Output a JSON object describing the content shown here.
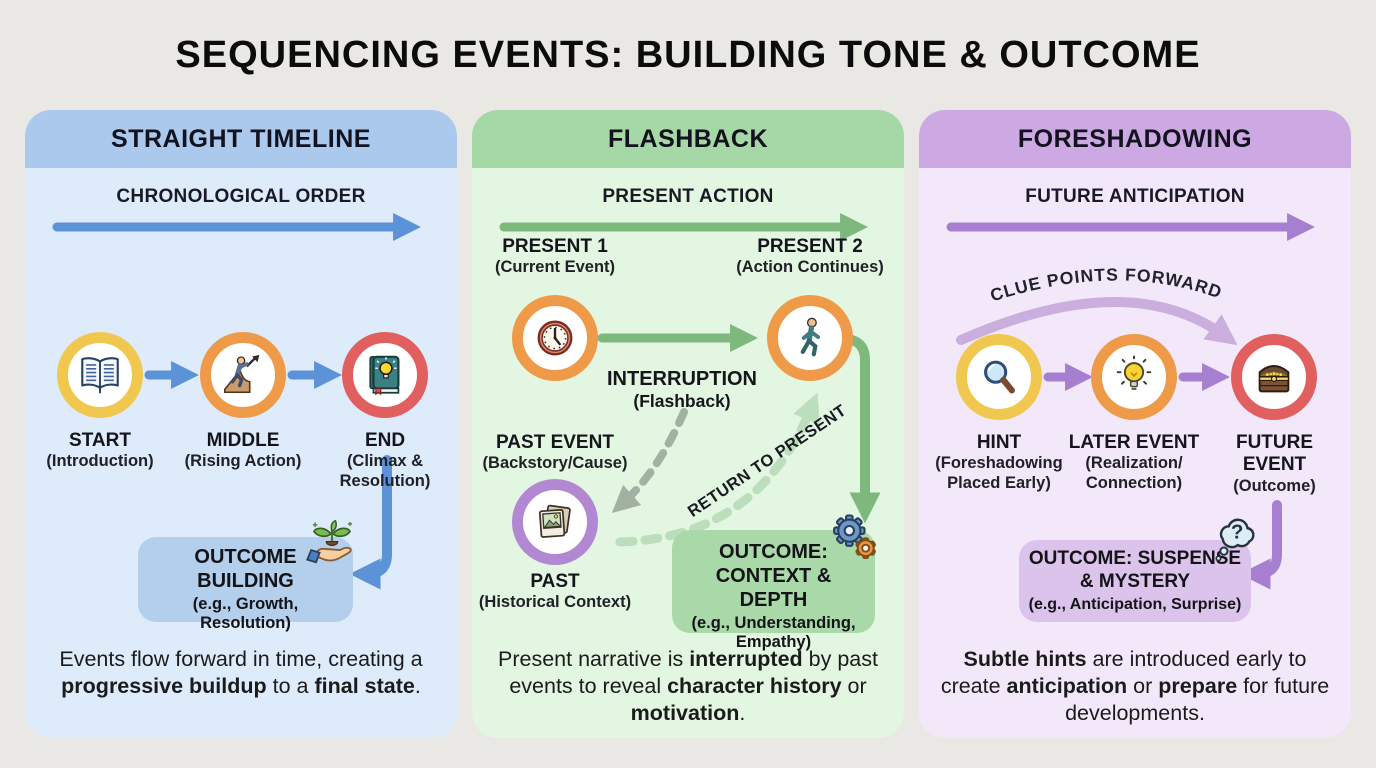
{
  "title": "SEQUENCING EVENTS: BUILDING TONE & OUTCOME",
  "colors": {
    "background": "#e9e8e5",
    "rings": {
      "yellow": "#f1c84f",
      "orange": "#ee9a49",
      "red": "#e25f5f",
      "purple": "#b388d3"
    },
    "panel1": {
      "header": "#abc9ed",
      "body": "#ddebfb",
      "accent": "#5c92d8",
      "outcome_box": "#b4cfeb"
    },
    "panel2": {
      "header": "#a6d7a6",
      "body": "#e2f6e2",
      "accent": "#7db87d",
      "dashed_gray": "#a2b1a2",
      "dashed_light": "#bcdebc",
      "outcome_box": "#a9d8a9"
    },
    "panel3": {
      "header": "#cda9e3",
      "body": "#f3e8fa",
      "accent": "#a77fd0",
      "arc_arrow": "#c9aede",
      "outcome_box": "#dcc3ec"
    }
  },
  "panels": [
    {
      "title": "STRAIGHT TIMELINE",
      "flow_label": "CHRONOLOGICAL ORDER",
      "nodes": [
        {
          "title": "START",
          "subtitle": "(Introduction)",
          "icon": "open-book-icon",
          "ring": "yellow"
        },
        {
          "title": "MIDDLE",
          "subtitle": "(Rising Action)",
          "icon": "climbing-person-icon",
          "ring": "orange"
        },
        {
          "title": "END",
          "subtitle": "(Climax & Resolution)",
          "icon": "book-lightbulb-icon",
          "ring": "red"
        }
      ],
      "outcome": {
        "title": "OUTCOME BUILDING",
        "subtitle": "(e.g., Growth, Resolution)",
        "icon": "plant-in-hand-icon"
      },
      "description": [
        {
          "text": "Events flow forward in time, creating a "
        },
        {
          "text": "progressive buildup",
          "bold": true
        },
        {
          "text": " to a "
        },
        {
          "text": "final state",
          "bold": true
        },
        {
          "text": "."
        }
      ]
    },
    {
      "title": "FLASHBACK",
      "flow_label": "PRESENT ACTION",
      "nodes": [
        {
          "title": "PRESENT 1",
          "subtitle": "(Current Event)",
          "icon": "clock-icon",
          "ring": "orange"
        },
        {
          "title": "PRESENT 2",
          "subtitle": "(Action Continues)",
          "icon": "walking-person-icon",
          "ring": "orange"
        },
        {
          "top_title": "PAST EVENT",
          "top_subtitle": "(Backstory/Cause)",
          "title": "PAST",
          "subtitle": "(Historical Context)",
          "icon": "photos-icon",
          "ring": "purple"
        }
      ],
      "interruption_title": "INTERRUPTION",
      "interruption_subtitle": "(Flashback)",
      "return_label": "RETURN TO PRESENT",
      "outcome": {
        "title": "OUTCOME: CONTEXT & DEPTH",
        "subtitle": "(e.g., Understanding, Empathy)",
        "icon": "gears-icon"
      },
      "description": [
        {
          "text": "Present narrative is "
        },
        {
          "text": "interrupted",
          "bold": true
        },
        {
          "text": " by past events to reveal "
        },
        {
          "text": "character history",
          "bold": true
        },
        {
          "text": " or "
        },
        {
          "text": "motivation",
          "bold": true
        },
        {
          "text": "."
        }
      ]
    },
    {
      "title": "FORESHADOWING",
      "flow_label": "FUTURE ANTICIPATION",
      "arc_label": "CLUE POINTS FORWARD",
      "nodes": [
        {
          "title": "HINT",
          "subtitle": "(Foreshadowing Placed Early)",
          "icon": "magnifying-glass-icon",
          "ring": "yellow"
        },
        {
          "title": "LATER EVENT",
          "subtitle": "(Realization/ Connection)",
          "icon": "lightbulb-icon",
          "ring": "orange"
        },
        {
          "title": "FUTURE EVENT",
          "subtitle": "(Outcome)",
          "icon": "treasure-chest-icon",
          "ring": "red"
        }
      ],
      "outcome": {
        "title": "OUTCOME: SUSPENSE & MYSTERY",
        "subtitle": "(e.g., Anticipation, Surprise)",
        "icon": "thought-cloud-icon"
      },
      "description": [
        {
          "text": "Subtle hints",
          "bold": true
        },
        {
          "text": " are introduced early to create "
        },
        {
          "text": "anticipation",
          "bold": true
        },
        {
          "text": " or "
        },
        {
          "text": "prepare",
          "bold": true
        },
        {
          "text": " for future developments."
        }
      ]
    }
  ]
}
